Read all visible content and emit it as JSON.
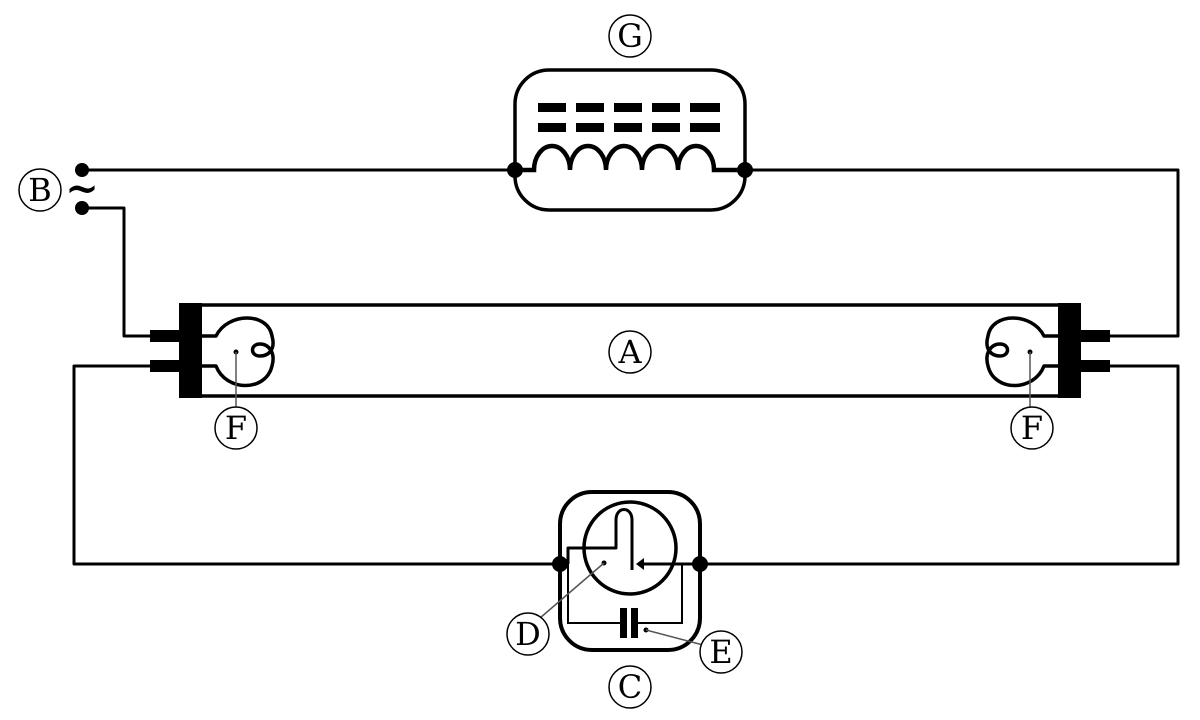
{
  "labels": {
    "A": "A",
    "B": "B",
    "C": "C",
    "D": "D",
    "E": "E",
    "F_left": "F",
    "F_right": "F",
    "G": "G"
  },
  "source_symbol": "~",
  "colors": {
    "stroke": "#000000",
    "background": "#ffffff"
  }
}
